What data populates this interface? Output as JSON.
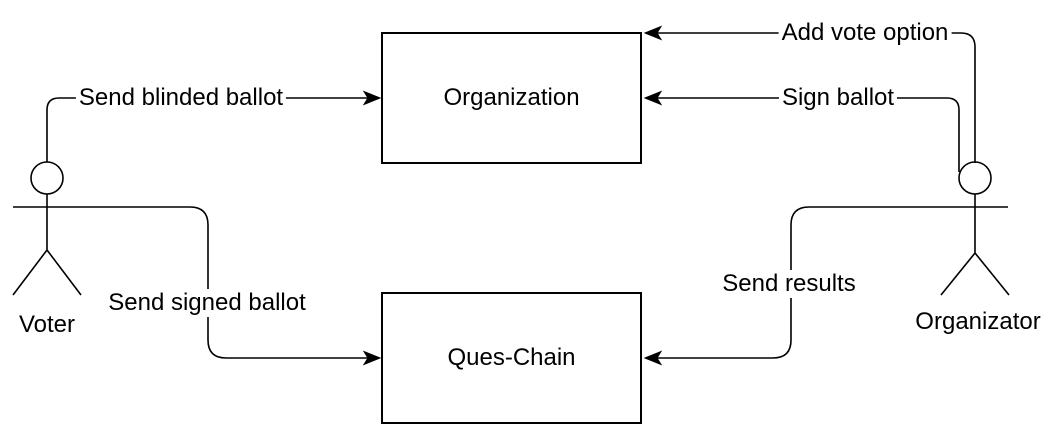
{
  "diagram": {
    "type": "flow-diagram",
    "background_color": "#ffffff",
    "line_color": "#000000",
    "text_color": "#000000",
    "nodes": [
      {
        "id": "organization",
        "label": "Organization",
        "shape": "rectangle"
      },
      {
        "id": "ques-chain",
        "label": "Ques-Chain",
        "shape": "rectangle"
      }
    ],
    "actors": [
      {
        "id": "voter",
        "label": "Voter"
      },
      {
        "id": "organizator",
        "label": "Organizator"
      }
    ],
    "edges": [
      {
        "id": "send-blinded-ballot",
        "label": "Send blinded ballot",
        "from": "voter",
        "to": "organization"
      },
      {
        "id": "add-vote-option",
        "label": "Add vote option",
        "from": "organizator",
        "to": "organization"
      },
      {
        "id": "sign-ballot",
        "label": "Sign ballot",
        "from": "organizator",
        "to": "organization"
      },
      {
        "id": "send-signed-ballot",
        "label": "Send signed ballot",
        "from": "voter",
        "to": "ques-chain"
      },
      {
        "id": "send-results",
        "label": "Send results",
        "from": "organizator",
        "to": "ques-chain"
      }
    ]
  }
}
